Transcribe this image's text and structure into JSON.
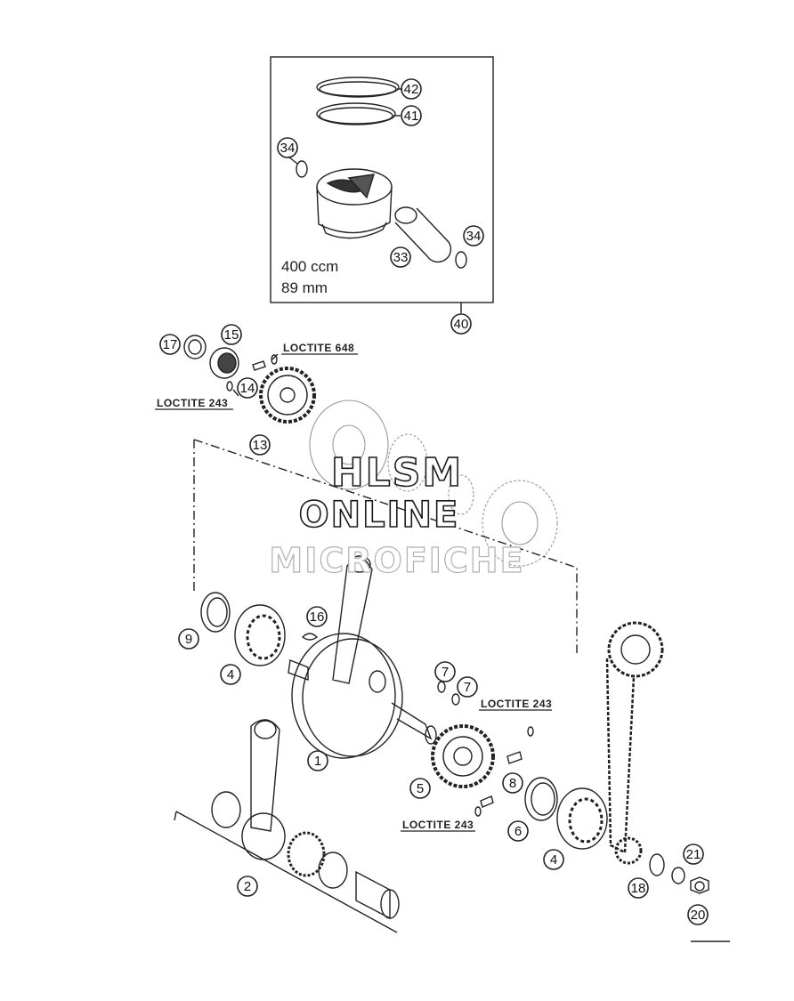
{
  "piston_box": {
    "displacement": "400 ccm",
    "bore": "89 mm"
  },
  "loctite_labels": [
    "LOCTITE 648",
    "LOCTITE 243",
    "LOCTITE 243",
    "LOCTITE 243"
  ],
  "callouts": [
    "42",
    "41",
    "34",
    "34",
    "33",
    "40",
    "17",
    "15",
    "14",
    "13",
    "16",
    "9",
    "4",
    "7",
    "7",
    "1",
    "5",
    "8",
    "6",
    "4",
    "2",
    "18",
    "21",
    "20"
  ],
  "watermark": {
    "line1": "HLSM",
    "line2": "ONLINE",
    "line3": "MICROFICHE"
  },
  "colors": {
    "line": "#222222",
    "watermark_outline": "#1a1a1a"
  }
}
